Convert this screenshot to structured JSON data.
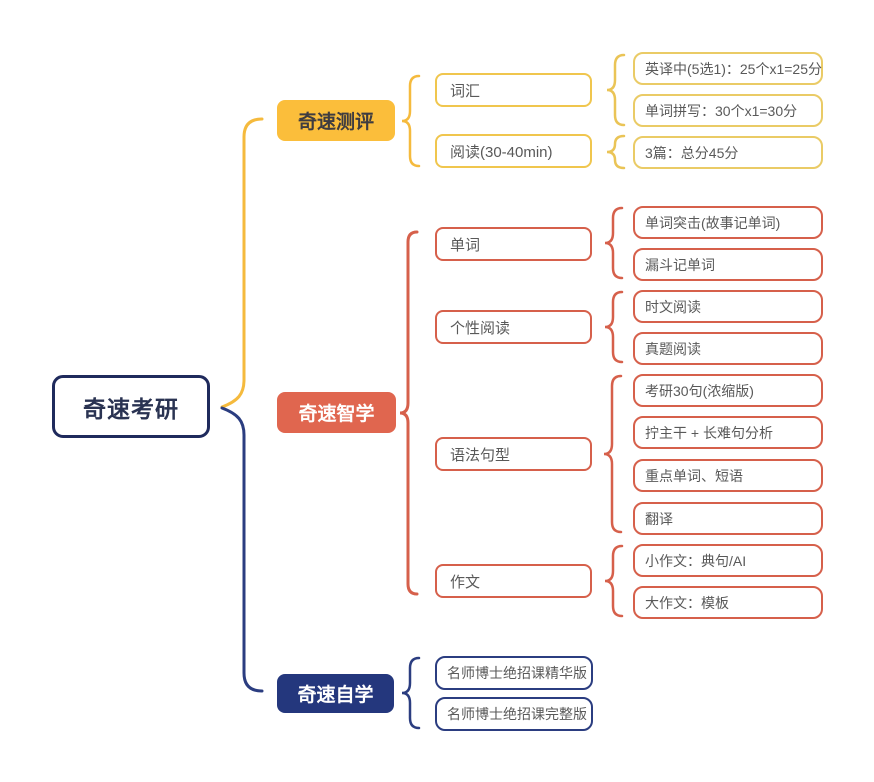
{
  "root": {
    "label": "奇速考研"
  },
  "branches": [
    {
      "label": "奇速测评",
      "children": [
        {
          "label": "词汇",
          "leaves": [
            "英译中(5选1)：25个x1=25分",
            "单词拼写：30个x1=30分"
          ]
        },
        {
          "label": "阅读(30-40min)",
          "leaves": [
            "3篇：总分45分"
          ]
        }
      ]
    },
    {
      "label": "奇速智学",
      "children": [
        {
          "label": "单词",
          "leaves": [
            "单词突击(故事记单词)",
            "漏斗记单词"
          ]
        },
        {
          "label": "个性阅读",
          "leaves": [
            "时文阅读",
            "真题阅读"
          ]
        },
        {
          "label": "语法句型",
          "leaves": [
            "考研30句(浓缩版)",
            "拧主干 + 长难句分析",
            "重点单词、短语",
            "翻译"
          ]
        },
        {
          "label": "作文",
          "leaves": [
            "小作文：典句/AI",
            "大作文：模板"
          ]
        }
      ]
    },
    {
      "label": "奇速自学",
      "leaves": [
        "名师博士绝招课精华版",
        "名师博士绝招课完整版"
      ]
    }
  ],
  "colors": {
    "branch_yellow": "#fbbe3b",
    "yellow_border": "#eacb66",
    "branch_red": "#e0664f",
    "red_border": "#d6604b",
    "branch_navy": "#24377d",
    "root_border": "#1f2a5c",
    "text_gray": "#595959"
  }
}
